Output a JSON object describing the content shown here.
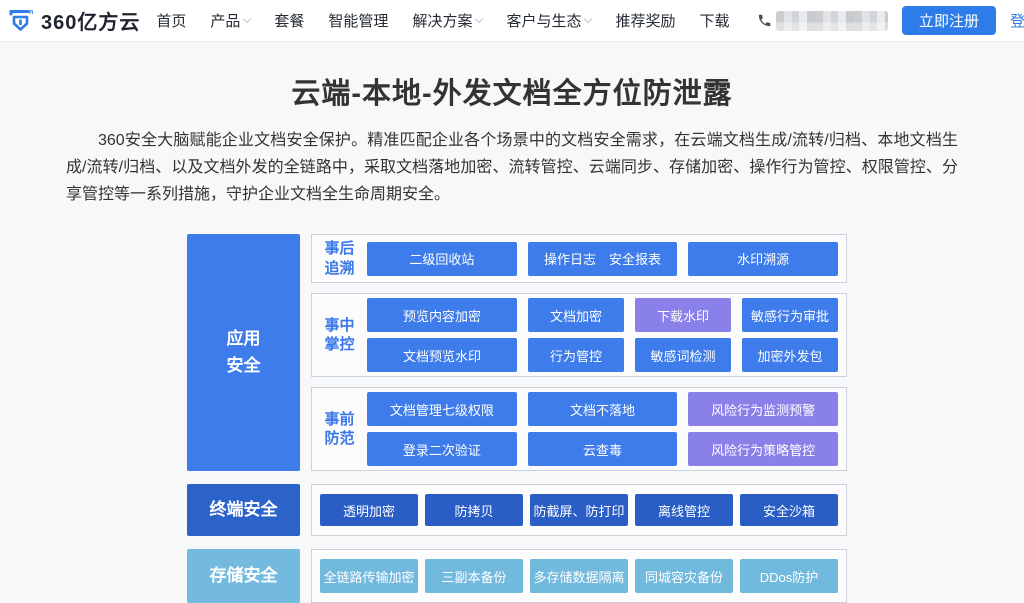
{
  "header": {
    "logo_text": "360亿方云",
    "nav": [
      {
        "label": "首页"
      },
      {
        "label": "产品"
      },
      {
        "label": "套餐"
      },
      {
        "label": "智能管理"
      },
      {
        "label": "解决方案"
      },
      {
        "label": "客户与生态"
      },
      {
        "label": "推荐奖励"
      },
      {
        "label": "下载"
      }
    ],
    "register_label": "立即注册",
    "login_label": "登录"
  },
  "hero": {
    "title": "云端-本地-外发文档全方位防泄露",
    "description": "360安全大脑赋能企业文档安全保护。精准匹配企业各个场景中的文档安全需求，在云端文档生成/流转/归档、本地文档生成/流转/归档、以及文档外发的全链路中，采取文档落地加密、流转管控、云端同步、存储加密、操作行为管控、权限管控、分享管控等一系列措施，守护企业文档全生命周期安全。"
  },
  "diagram": {
    "app": {
      "label_line1": "应用",
      "label_line2": "安全",
      "groups": [
        {
          "label_line1": "事后",
          "label_line2": "追溯",
          "rows": [
            [
              "二级回收站",
              "操作日志　安全报表",
              "水印溯源"
            ]
          ]
        },
        {
          "label_line1": "事中",
          "label_line2": "掌控",
          "rows": [
            [
              "预览内容加密",
              "文档加密",
              "下载水印",
              "敏感行为审批"
            ],
            [
              "文档预览水印",
              "行为管控",
              "敏感词检测",
              "加密外发包"
            ]
          ]
        },
        {
          "label_line1": "事前",
          "label_line2": "防范",
          "rows": [
            [
              "文档管理七级权限",
              "文档不落地",
              "风险行为监测预警"
            ],
            [
              "登录二次验证",
              "云查毒",
              "风险行为策略管控"
            ]
          ]
        }
      ]
    },
    "terminal": {
      "label": "终端安全",
      "items": [
        "透明加密",
        "防拷贝",
        "防截屏、防打印",
        "离线管控",
        "安全沙箱"
      ]
    },
    "storage": {
      "label": "存储安全",
      "items": [
        "全链路传输加密",
        "三副本备份",
        "多存储数据隔离",
        "同城容灾备份",
        "DDos防护"
      ]
    }
  },
  "colors": {
    "accent_blue": "#2e7ce9",
    "item_blue": "#3d7cea",
    "item_purple": "#8a80e9",
    "terminal_blue": "#2a5ec6",
    "storage_blue": "#72b9de",
    "page_bg": "#f7f8fa"
  }
}
